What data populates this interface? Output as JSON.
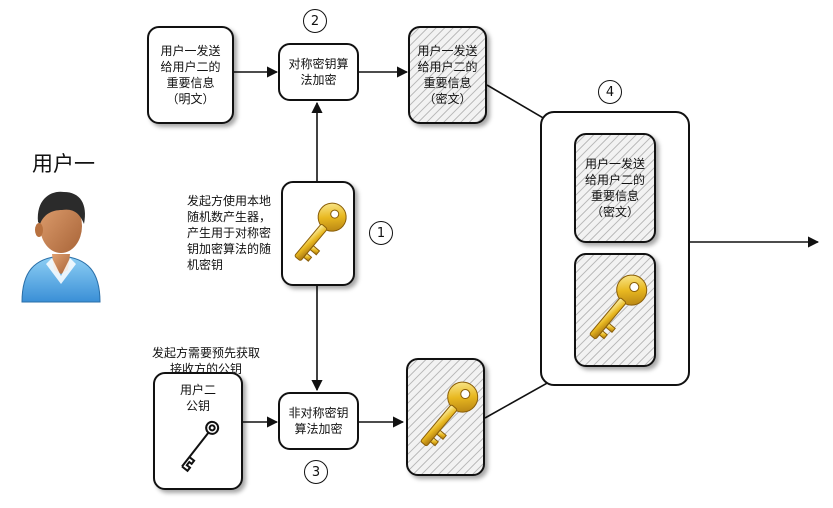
{
  "user_one_title": "用户一",
  "steps": {
    "step1": "1",
    "step2": "2",
    "step3": "3",
    "step4": "4"
  },
  "nodes": {
    "plaintext": "用户一发送\n给用户二的\n重要信息\n（明文）",
    "symmetric_encrypt": "对称密钥算\n法加密",
    "ciphertext": "用户一发送\n给用户二的\n重要信息\n（密文）",
    "package_ciphertext": "用户一发送\n给用户二的\n重要信息\n（密文）",
    "user_two_public_key": "用户二\n公钥",
    "asymmetric_encrypt": "非对称密钥\n算法加密"
  },
  "notes": {
    "random_key": "发起方使用本地\n随机数产生器，\n产生用于对称密\n钥加密算法的随\n机密钥",
    "get_public_key": "发起方需要预先获取\n接收方的公钥"
  },
  "icons": {
    "user": "user-avatar-icon",
    "gold_key": "gold-key-icon",
    "black_key": "skeleton-key-icon"
  }
}
